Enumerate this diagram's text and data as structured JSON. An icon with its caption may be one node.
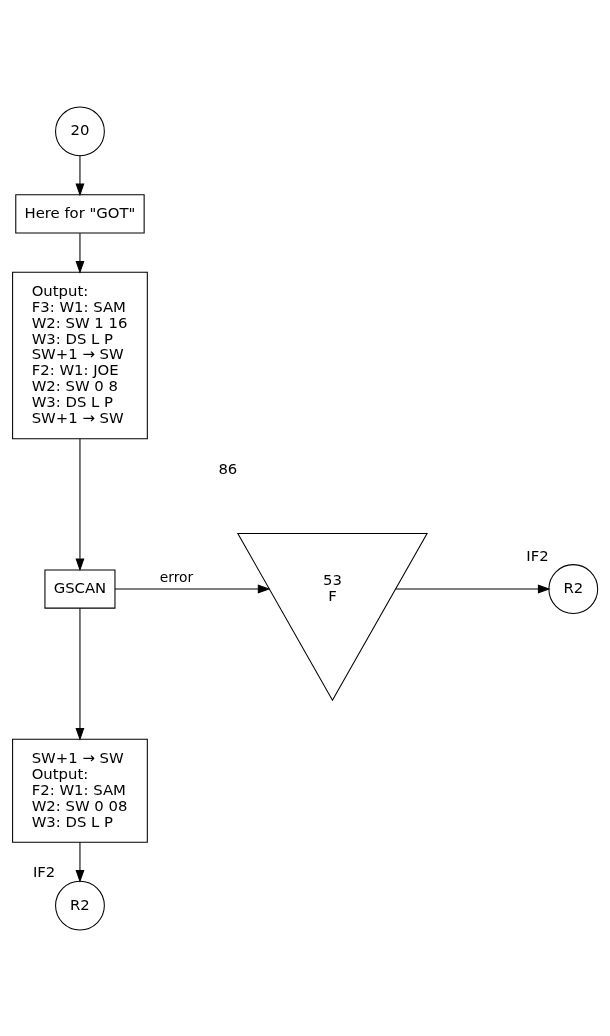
{
  "diagram": {
    "nodes": [
      {
        "text": [
          "20"
        ]
      },
      {
        "text": [
          "Here for \"GOT\""
        ]
      },
      {
        "text": [
          "Output:",
          "F3: W1: SAM",
          "W2: SW 1 16",
          "W3: DS L P",
          "SW+1 → SW",
          "F2: W1: JOE",
          "W2: SW 0 8",
          "W3: DS L P",
          "SW+1 → SW"
        ]
      },
      {
        "text": [
          "GSCAN"
        ]
      },
      {
        "text": [
          "53",
          "F"
        ],
        "beside": [
          "86"
        ]
      },
      {
        "text": [
          "R2"
        ],
        "beside": [
          "IF2"
        ]
      },
      {
        "text": [
          "SW+1 → SW",
          "Output:",
          "F2: W1: SAM",
          "W2: SW 0 08",
          "W3: DS L P"
        ]
      },
      {
        "text": [
          "R2"
        ],
        "beside": [
          "IF2"
        ]
      }
    ],
    "edges": [
      {
        "from": 0,
        "to": 1,
        "arrow": "to"
      },
      {
        "from": 1,
        "to": 2,
        "arrow": "to"
      },
      {
        "from": 2,
        "to": 3,
        "arrow": "to"
      },
      {
        "from": 3,
        "to": 4,
        "arrow": "to",
        "label": "error"
      },
      {
        "from": 4,
        "to": 5,
        "arrow": "to"
      },
      {
        "from": 3,
        "to": 6,
        "arrow": "to"
      },
      {
        "from": 6,
        "to": 7,
        "arrow": "to"
      }
    ]
  }
}
